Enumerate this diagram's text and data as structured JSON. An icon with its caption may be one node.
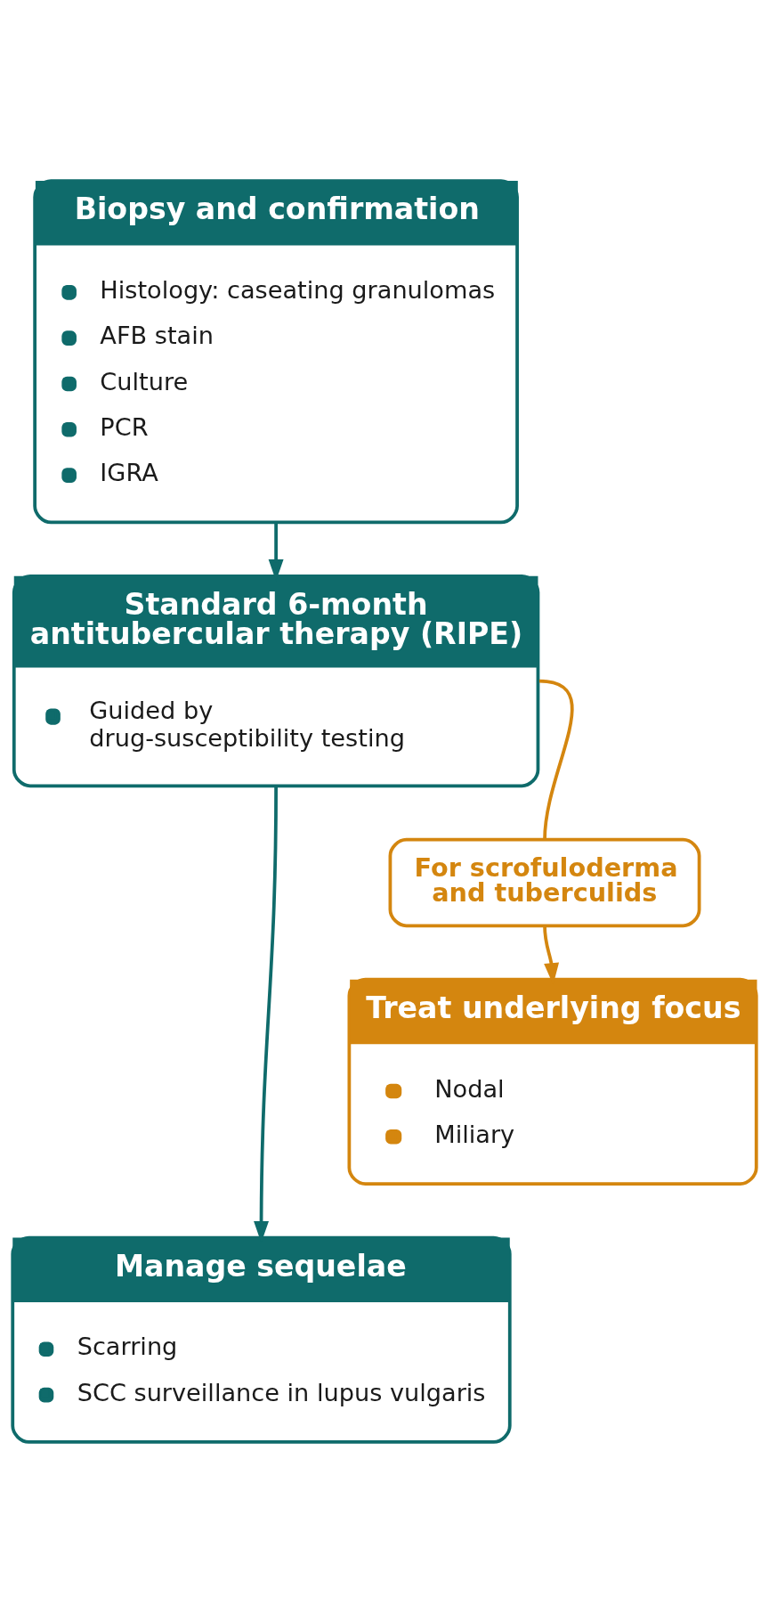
{
  "diagram": {
    "nodes": [
      {
        "text": [
          "Biopsy and confirmation",
          "Histology: caseating granulomas",
          "AFB stain",
          "Culture",
          "PCR",
          "IGRA"
        ]
      },
      {
        "text": [
          "Standard 6-month antitubercular therapy (RIPE)",
          "Guided by drug-susceptibility testing"
        ]
      },
      {
        "text": [
          "For scrofuloderma and tuberculids"
        ]
      },
      {
        "text": [
          "Treat underlying focus",
          "Nodal",
          "Miliary"
        ]
      },
      {
        "text": [
          "Manage sequelae",
          "Scarring",
          "SCC surveillance in lupus vulgaris"
        ]
      }
    ],
    "edges": [
      {
        "from": 0,
        "to": 1,
        "arrow": "to"
      },
      {
        "from": 1,
        "to": 4,
        "arrow": "to"
      },
      {
        "from": 1,
        "to": 2,
        "arrow": "none",
        "color": "#d4860f"
      },
      {
        "from": 2,
        "to": 3,
        "arrow": "to",
        "color": "#d4860f"
      }
    ]
  }
}
